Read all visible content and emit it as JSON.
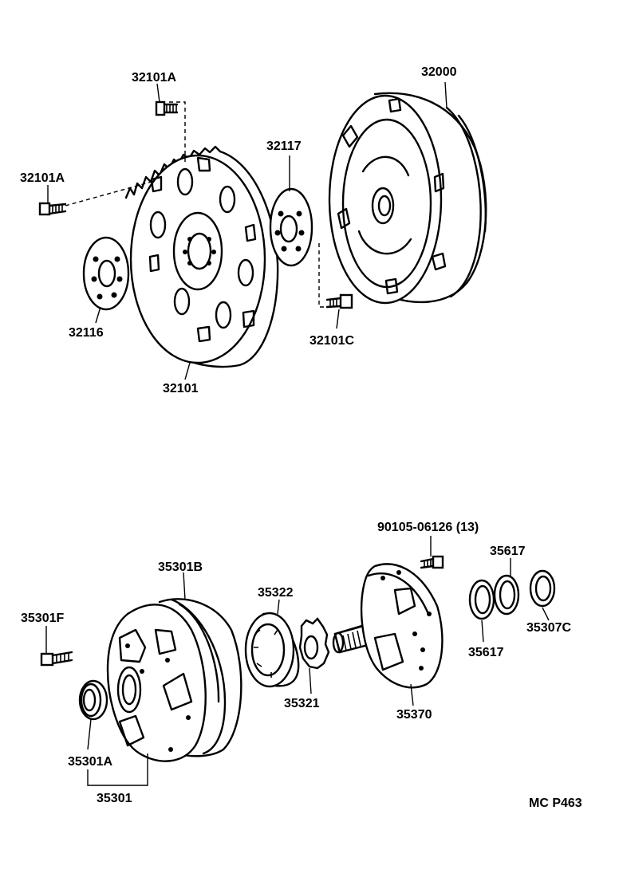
{
  "labels": {
    "p32101A_top": "32101A",
    "p32000": "32000",
    "p32117": "32117",
    "p32101A_left": "32101A",
    "p32116": "32116",
    "p32101C": "32101C",
    "p32101": "32101",
    "p90105": "90105-06126 (13)",
    "p35617_top": "35617",
    "p35301B": "35301B",
    "p35322": "35322",
    "p35301F": "35301F",
    "p35307C": "35307C",
    "p35617_bot": "35617",
    "p35321": "35321",
    "p35370": "35370",
    "p35301A": "35301A",
    "p35301": "35301",
    "page_code": "MC P463"
  }
}
